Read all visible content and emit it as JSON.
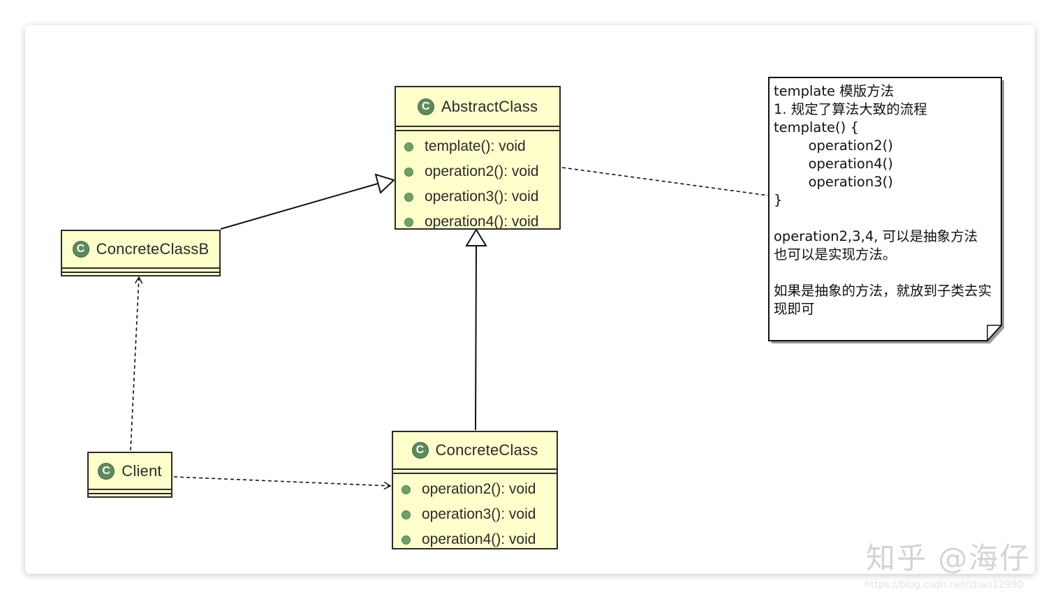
{
  "classes": {
    "abstract": {
      "name": "AbstractClass",
      "operations": [
        "template(): void",
        "operation2(): void",
        "operation3(): void",
        "operation4(): void"
      ]
    },
    "concrete_b": {
      "name": "ConcreteClassB"
    },
    "concrete": {
      "name": "ConcreteClass",
      "operations": [
        "operation2(): void",
        "operation3(): void",
        "operation4(): void"
      ]
    },
    "client": {
      "name": "Client"
    }
  },
  "class_icon_letter": "C",
  "note": {
    "text": "template 模版方法\n1. 规定了算法大致的流程\ntemplate() {\n        operation2()\n        operation4()\n        operation3()\n}\n\noperation2,3,4, 可以是抽象方法\n也可以是实现方法。\n\n如果是抽象的方法，就放到子类去实现即可"
  },
  "watermark": {
    "text": "知乎 @海仔",
    "url": "https://blog.csdn.net/zhao12990"
  },
  "colors": {
    "class_fill": "#ffffcc",
    "class_icon": "#5c8a5c",
    "operation_dot": "#6aa36a"
  }
}
